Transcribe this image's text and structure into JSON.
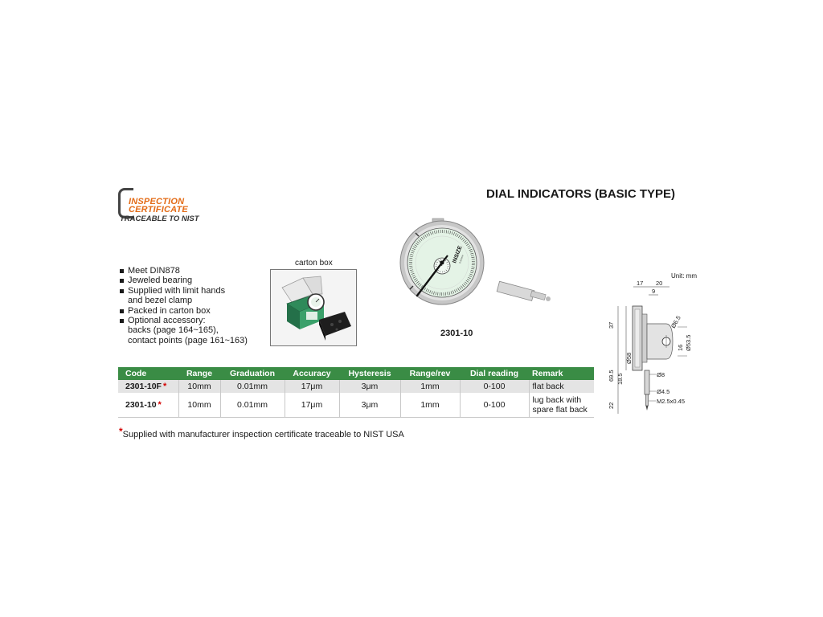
{
  "logo": {
    "line1": "INSPECTION",
    "line2": "CERTIFICATE",
    "line3": "TRACEABLE TO NIST"
  },
  "title": "DIAL INDICATORS (BASIC TYPE)",
  "features": [
    "Meet DIN878",
    "Jeweled bearing",
    "Supplied with limit hands",
    "and bezel clamp",
    "Packed in carton box",
    "Optional accessory:",
    "backs (page 164~165),",
    "contact points (page 161~163)"
  ],
  "carton_label": "carton box",
  "model_label": "2301-10",
  "unit_label": "Unit: mm",
  "dims": {
    "d17": "17",
    "d20": "20",
    "d9": "9",
    "d37": "37",
    "d58": "Ø58",
    "d65": "Ø6.5",
    "d16": "16",
    "d535": "Ø53.5",
    "d695": "69.5",
    "d185": "18.5",
    "d8": "Ø8",
    "d45": "Ø4.5",
    "d22": "22",
    "thread": "M2.5x0.45"
  },
  "table": {
    "headers": [
      "Code",
      "Range",
      "Graduation",
      "Accuracy",
      "Hysteresis",
      "Range/rev",
      "Dial reading",
      "Remark"
    ],
    "rows": [
      {
        "code": "2301-10F",
        "range": "10mm",
        "graduation": "0.01mm",
        "accuracy": "17μm",
        "hysteresis": "3μm",
        "range_rev": "1mm",
        "dial_reading": "0-100",
        "remark": "flat back"
      },
      {
        "code": "2301-10",
        "range": "10mm",
        "graduation": "0.01mm",
        "accuracy": "17μm",
        "hysteresis": "3μm",
        "range_rev": "1mm",
        "dial_reading": "0-100",
        "remark_line1": "lug back with",
        "remark_line2": "spare flat back"
      }
    ],
    "star": "*"
  },
  "footnote": {
    "star": "*",
    "text": "Supplied with manufacturer inspection certificate traceable to NIST USA"
  },
  "colors": {
    "header_green": "#3a8c45",
    "logo_orange": "#e36b16",
    "star_red": "#d40000"
  }
}
